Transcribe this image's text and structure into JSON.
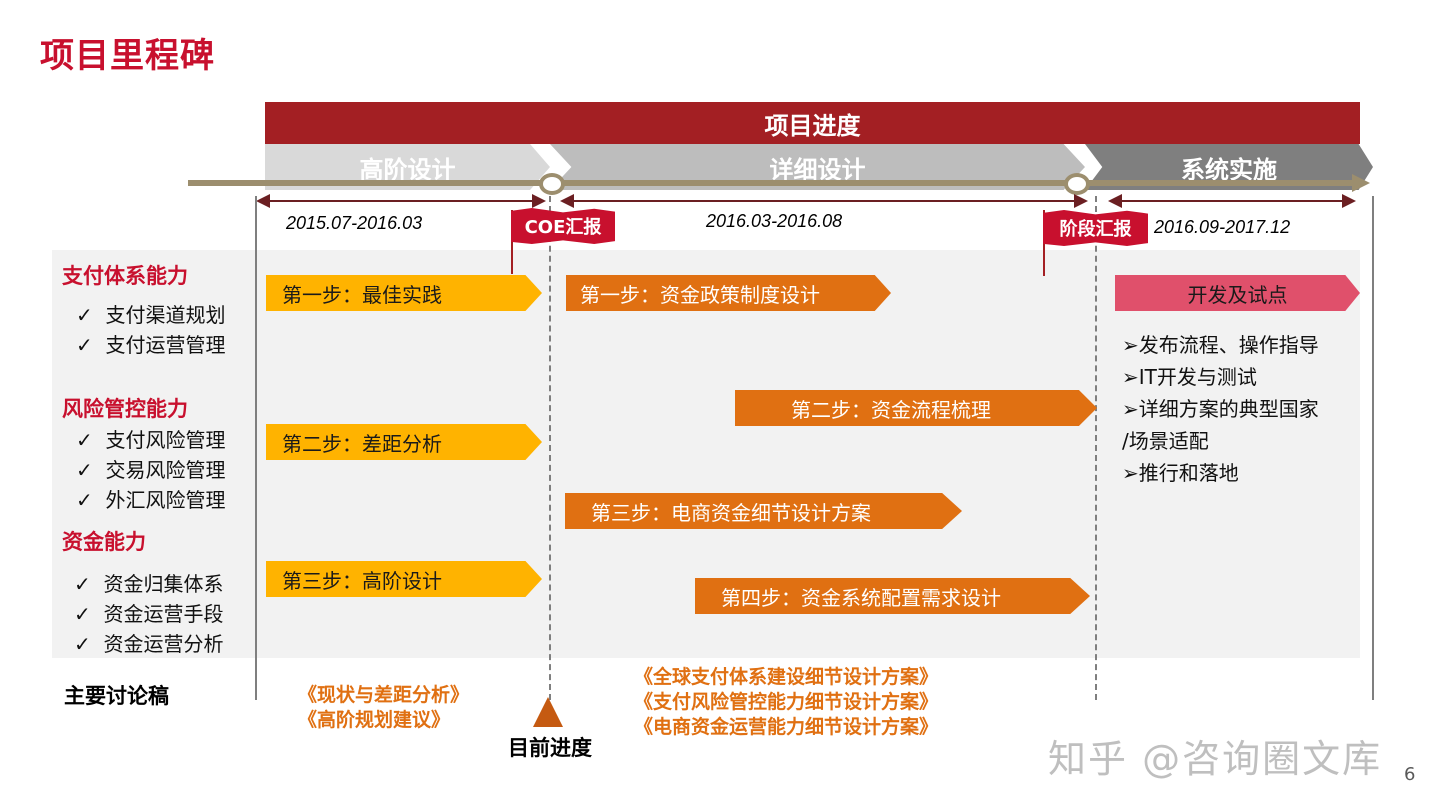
{
  "title": "项目里程碑",
  "header": {
    "bar_title": "项目进度"
  },
  "phases": [
    {
      "label": "高阶设计",
      "date": "2015.07-2016.03"
    },
    {
      "label": "详细设计",
      "date": "2016.03-2016.08"
    },
    {
      "label": "系统实施",
      "date": "2016.09-2017.12"
    }
  ],
  "flags": [
    {
      "label": "COE汇报"
    },
    {
      "label": "阶段汇报"
    }
  ],
  "capabilities": [
    {
      "title": "支付体系能力",
      "items": [
        "支付渠道规划",
        "支付运营管理"
      ]
    },
    {
      "title": "风险管控能力",
      "items": [
        "支付风险管理",
        "交易风险管理",
        "外汇风险管理"
      ]
    },
    {
      "title": "资金能力",
      "items": [
        "资金归集体系",
        "资金运营手段",
        "资金运营分析"
      ]
    }
  ],
  "check_mark": "✓",
  "phase1_steps": [
    "第一步：最佳实践",
    "第二步：差距分析",
    "第三步：高阶设计"
  ],
  "phase2_steps": [
    "第一步：资金政策制度设计",
    "第二步：资金流程梳理",
    "第三步：电商资金细节设计方案",
    "第四步：资金系统配置需求设计"
  ],
  "phase3": {
    "box": "开发及试点",
    "bullets": [
      "➢发布流程、操作指导",
      "➢IT开发与测试",
      "➢详细方案的典型国家",
      "/场景适配",
      "➢推行和落地"
    ]
  },
  "footer": {
    "label": "主要讨论稿",
    "phase1_docs": [
      "《现状与差距分析》",
      "《高阶规划建议》"
    ],
    "current_progress": "目前进度",
    "phase2_docs": [
      "《全球支付体系建设细节设计方案》",
      "《支付风险管控能力细节设计方案》",
      "《电商资金运营能力细节设计方案》"
    ]
  },
  "watermark": "知乎 @咨询圈文库",
  "page_number": "6",
  "colors": {
    "brand_red": "#c8102e",
    "bar_red": "#a31f23",
    "yellow": "#ffb300",
    "orange": "#e07012",
    "pink": "#e0506b"
  }
}
